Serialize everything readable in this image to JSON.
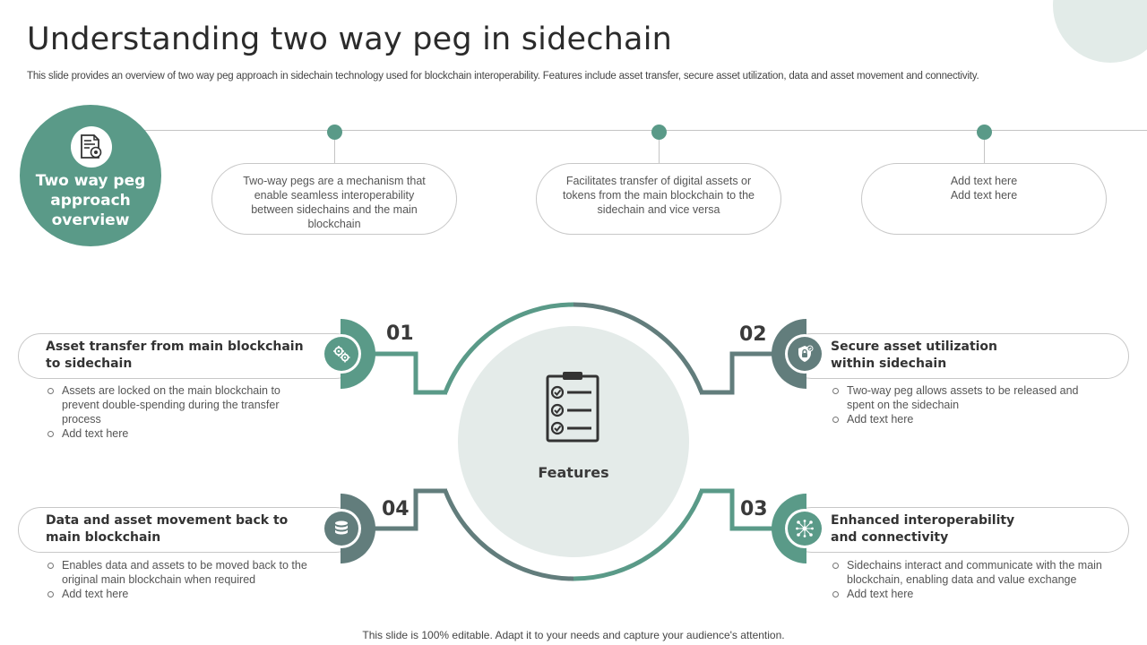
{
  "title": "Understanding two way peg in sidechain",
  "subtitle": "This slide provides an overview of two way peg approach in sidechain technology used for blockchain interoperability. Features include asset transfer, secure asset utilization, data and asset movement and connectivity.",
  "overview": {
    "label": "Two way peg approach overview",
    "icon": "document-gear-icon"
  },
  "timeline": [
    {
      "lines": [
        "Two-way  pegs are a mechanism that",
        "enable seamless interoperability",
        "between sidechains and the main",
        "blockchain"
      ]
    },
    {
      "lines": [
        "Facilitates transfer of digital assets or",
        "tokens from the main blockchain to the",
        "sidechain and vice versa"
      ]
    },
    {
      "lines": [
        "Add text here",
        "Add text here"
      ]
    }
  ],
  "center": {
    "label": "Features",
    "icon": "clipboard-checklist-icon"
  },
  "features": [
    {
      "number": "01",
      "title_lines": [
        "Asset transfer from main blockchain",
        "to sidechain"
      ],
      "icon": "gears-icon",
      "bullets": [
        "Assets are locked on the main blockchain to prevent double-spending  during the transfer  process",
        "Add text here"
      ]
    },
    {
      "number": "02",
      "title_lines": [
        "Secure asset utilization",
        "within sidechain"
      ],
      "icon": "shield-lock-icon",
      "bullets": [
        "Two-way  peg allows assets to be released  and spent on the sidechain",
        "Add text here"
      ]
    },
    {
      "number": "03",
      "title_lines": [
        "Enhanced interoperability",
        "and connectivity"
      ],
      "icon": "network-icon",
      "bullets": [
        "Sidechains interact and communicate with the main blockchain,  enabling data and value  exchange",
        "Add text here"
      ]
    },
    {
      "number": "04",
      "title_lines": [
        "Data and asset movement back to",
        "main blockchain"
      ],
      "icon": "database-icon",
      "bullets": [
        "Enables data and assets to be moved  back to the original main blockchain when  required",
        "Add text here"
      ]
    }
  ],
  "colors": {
    "primary": "#5a9a88",
    "secondary": "#627d7c",
    "light": "#e4ebe9"
  },
  "footer": "This slide is 100% editable. Adapt it to your needs and capture your audience's attention."
}
